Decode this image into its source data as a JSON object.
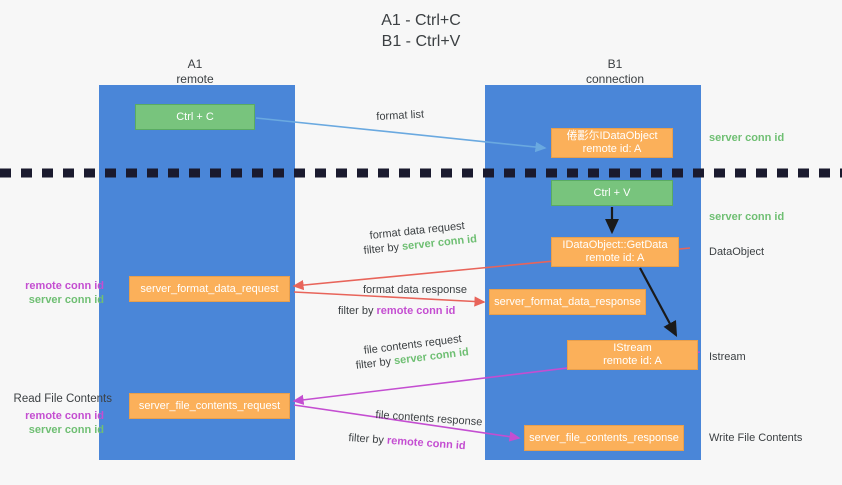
{
  "title": "A1 - Ctrl+C\nB1 - Ctrl+V",
  "columns": {
    "left": "A1\nremote",
    "right": "B1\nconnection"
  },
  "colors": {
    "lane": "#4a86d8",
    "green_box": "#78c47d",
    "orange_box": "#fbb05a",
    "server_conn": "#6fbf73",
    "remote_conn": "#c44ed1",
    "arrow_blue": "#6aa9e0",
    "arrow_red": "#e8645a",
    "arrow_magenta": "#c44ed1",
    "arrow_black": "#1a1a1a",
    "background": "#f7f7f7"
  },
  "boxes": {
    "ctrl_c": "Ctrl + C",
    "ctrl_v": "Ctrl + V",
    "idataobject": "倦彲尓IDataObject\nremote id: A",
    "getdata": "IDataObject::GetData\nremote id: A",
    "istream": "IStream\nremote id: A",
    "server_format_data_request": "server_format_data_request",
    "server_format_data_response": "server_format_data_response",
    "server_file_contents_request": "server_file_contents_request",
    "server_file_contents_response": "server_file_contents_response"
  },
  "arrow_labels": {
    "format_list": "format list",
    "format_data_request": "format data request",
    "format_data_request_filter_prefix": "filter by ",
    "format_data_request_filter_value": "server conn id",
    "format_data_response": "format data response",
    "format_data_response_filter_prefix": "filter by ",
    "format_data_response_filter_value": "remote conn id",
    "file_contents_request": "file contents request",
    "file_contents_request_filter_prefix": "filter by ",
    "file_contents_request_filter_value": "server conn id",
    "file_contents_response": "file contents response",
    "file_contents_response_filter_prefix": "filter by ",
    "file_contents_response_filter_value": "remote conn id"
  },
  "captions": {
    "server_conn_id_1": "server conn id",
    "server_conn_id_2": "server conn id",
    "data_object": "DataObject",
    "istream": "Istream",
    "write_file_contents": "Write File Contents",
    "read_file_contents": "Read File Contents",
    "remote_conn_id_left_1": "remote conn id",
    "server_conn_id_left_1": "server conn id",
    "remote_conn_id_left_2": "remote conn id",
    "server_conn_id_left_2": "server conn id"
  }
}
